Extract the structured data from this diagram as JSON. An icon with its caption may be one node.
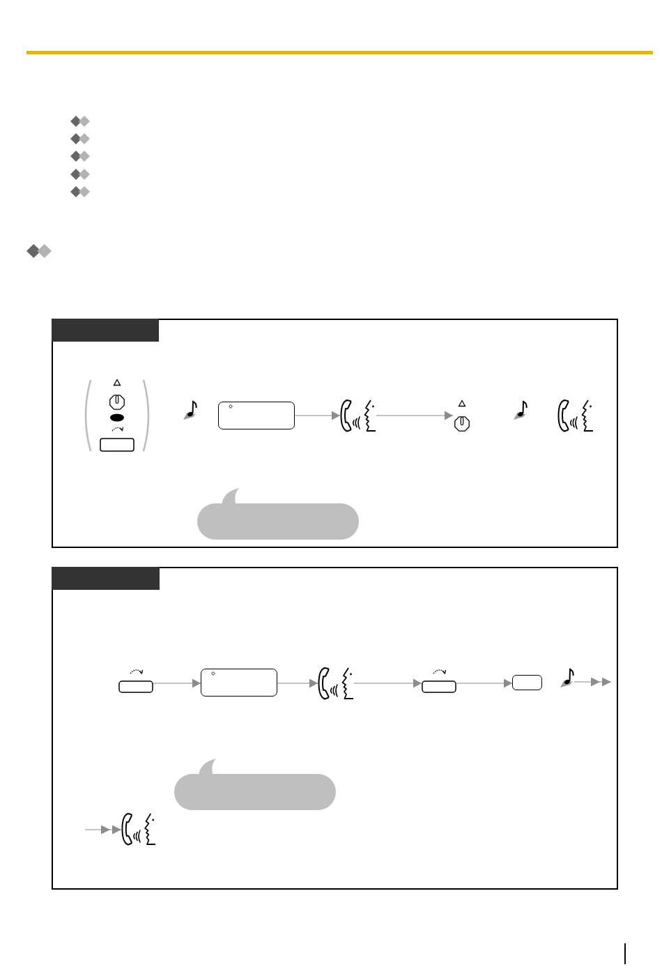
{
  "diagram": {
    "nodes": [
      {
        "text": [],
        "shape": "box"
      },
      {
        "text": [],
        "shape": "picture",
        "in": 0
      },
      {
        "text": [],
        "shape": "picture",
        "in": 0
      },
      {
        "text": [],
        "shape": "box",
        "in": 0
      },
      {
        "text": [],
        "shape": "picture",
        "in": 0
      },
      {
        "text": [],
        "shape": "picture",
        "in": 0
      },
      {
        "text": [],
        "shape": "picture",
        "in": 0
      },
      {
        "text": [],
        "shape": "picture",
        "in": 0
      },
      {
        "text": [],
        "shape": "box"
      },
      {
        "text": [],
        "shape": "picture",
        "in": 8
      },
      {
        "text": [],
        "shape": "box",
        "in": 8
      },
      {
        "text": [],
        "shape": "picture",
        "in": 8
      },
      {
        "text": [],
        "shape": "picture",
        "in": 8
      },
      {
        "text": [],
        "shape": "box",
        "in": 8
      },
      {
        "text": [],
        "shape": "picture",
        "in": 8
      },
      {
        "text": [],
        "shape": "picture",
        "in": 8
      }
    ],
    "edges": [
      {
        "from": 3,
        "to": 4,
        "arrow": "to"
      },
      {
        "from": 4,
        "to": 5,
        "arrow": "to"
      },
      {
        "from": 9,
        "to": 10,
        "arrow": "to"
      },
      {
        "from": 10,
        "to": 11,
        "arrow": "to"
      },
      {
        "from": 11,
        "to": 12,
        "arrow": "to"
      },
      {
        "from": 12,
        "to": 13,
        "arrow": "to"
      },
      {
        "from": 14,
        "to": null,
        "arrow": "to"
      },
      {
        "from": null,
        "to": 15,
        "arrow": "to"
      }
    ]
  }
}
